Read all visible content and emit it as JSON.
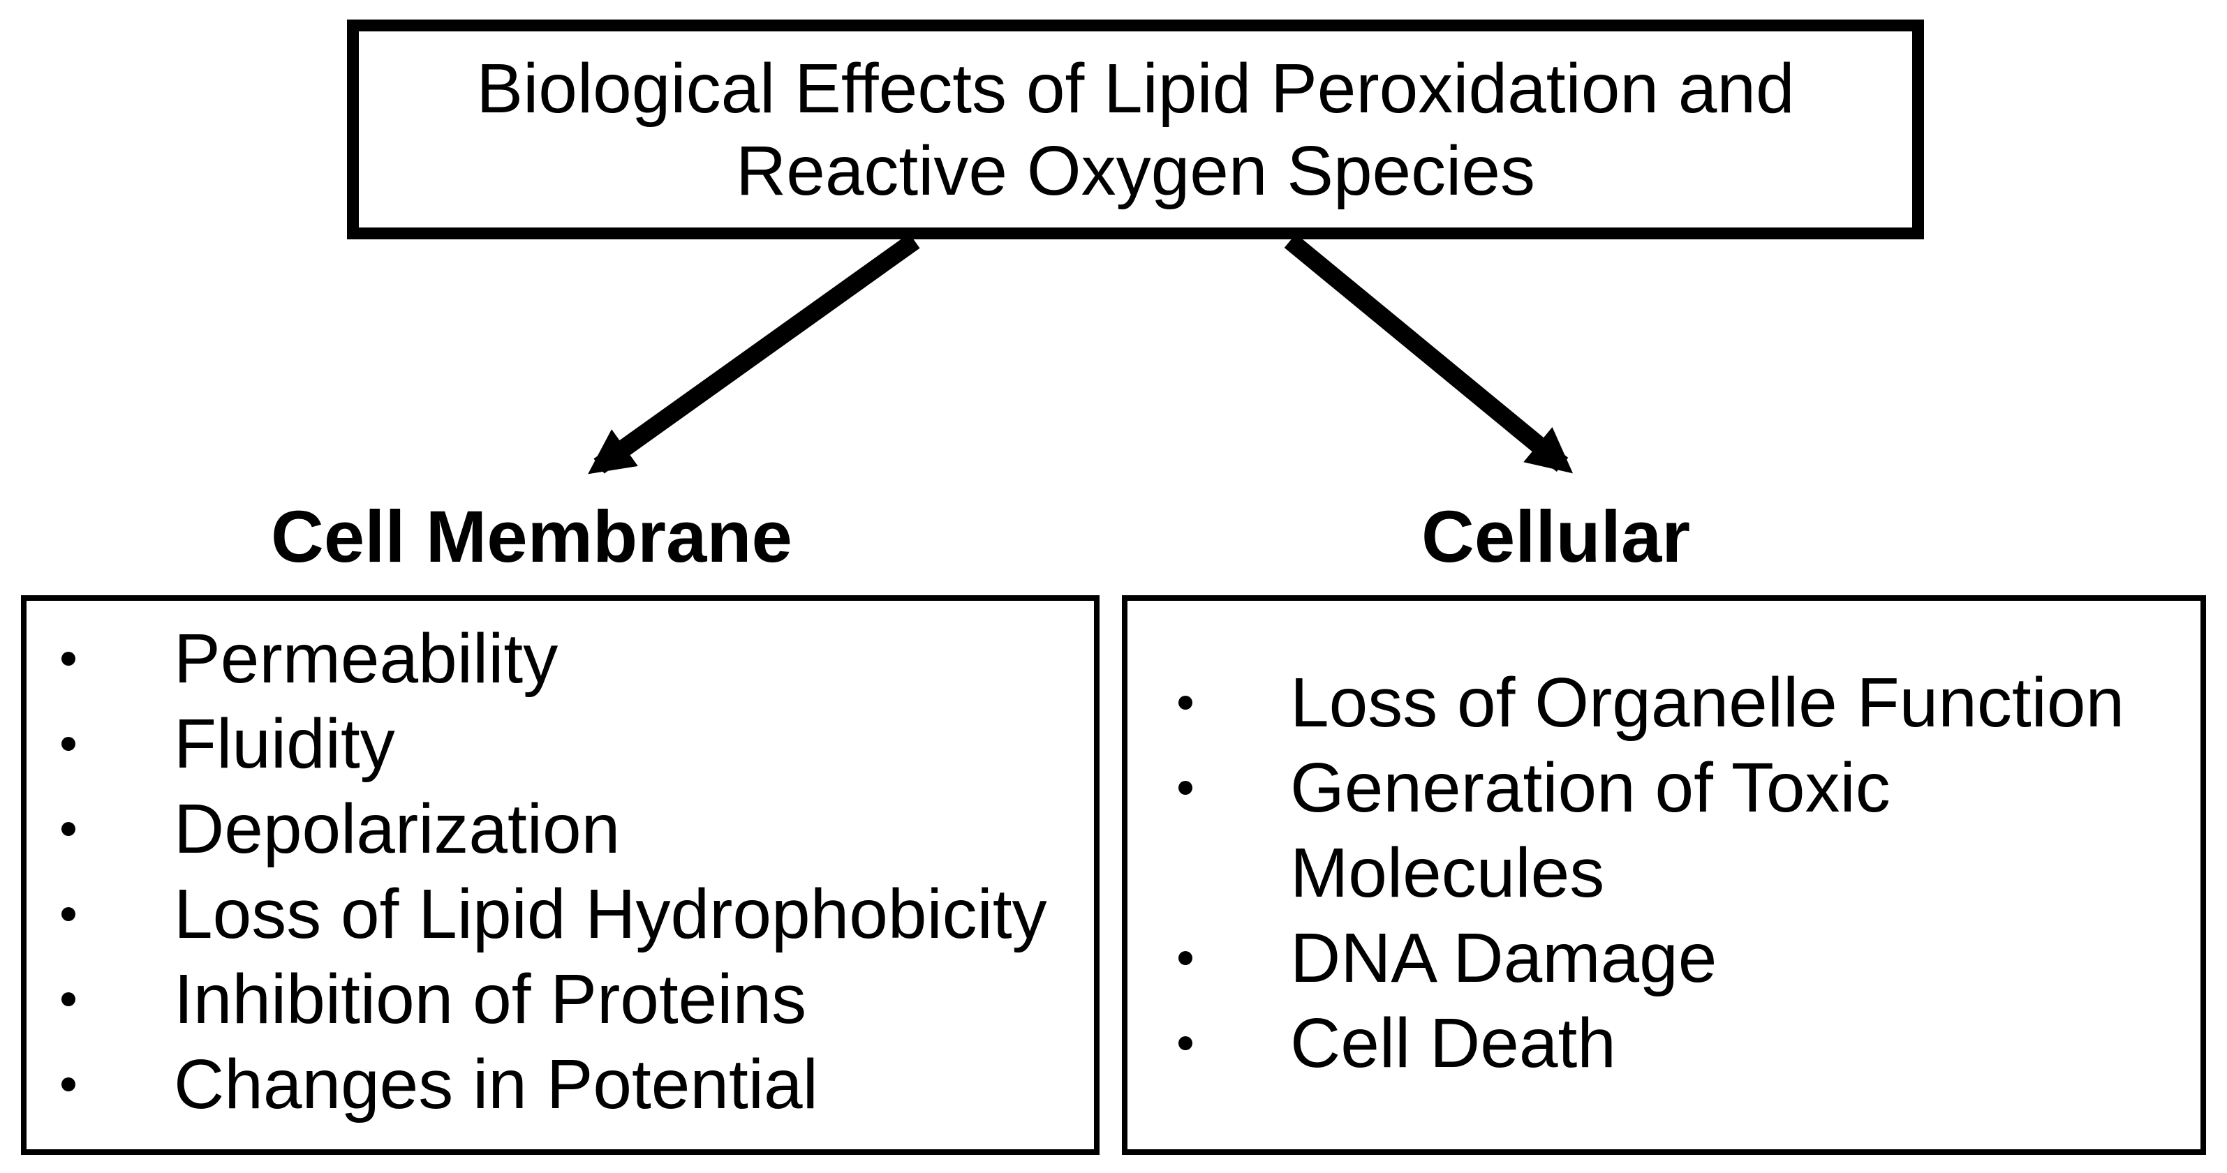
{
  "title": {
    "lines": [
      "Biological Effects of Lipid Peroxidation and",
      "Reactive Oxygen Species"
    ]
  },
  "branches": [
    {
      "heading": "Cell Membrane",
      "items": [
        [
          "Permeability"
        ],
        [
          "Fluidity"
        ],
        [
          "Depolarization"
        ],
        [
          "Loss of Lipid Hydrophobicity"
        ],
        [
          "Inhibition of Proteins"
        ],
        [
          "Changes in Potential"
        ]
      ]
    },
    {
      "heading": "Cellular",
      "items": [
        [
          "Loss of Organelle Function"
        ],
        [
          "Generation of Toxic",
          "Molecules"
        ],
        [
          "DNA Damage"
        ],
        [
          "Cell Death"
        ]
      ]
    }
  ],
  "colors": {
    "ink": "#000000",
    "background": "#ffffff"
  }
}
